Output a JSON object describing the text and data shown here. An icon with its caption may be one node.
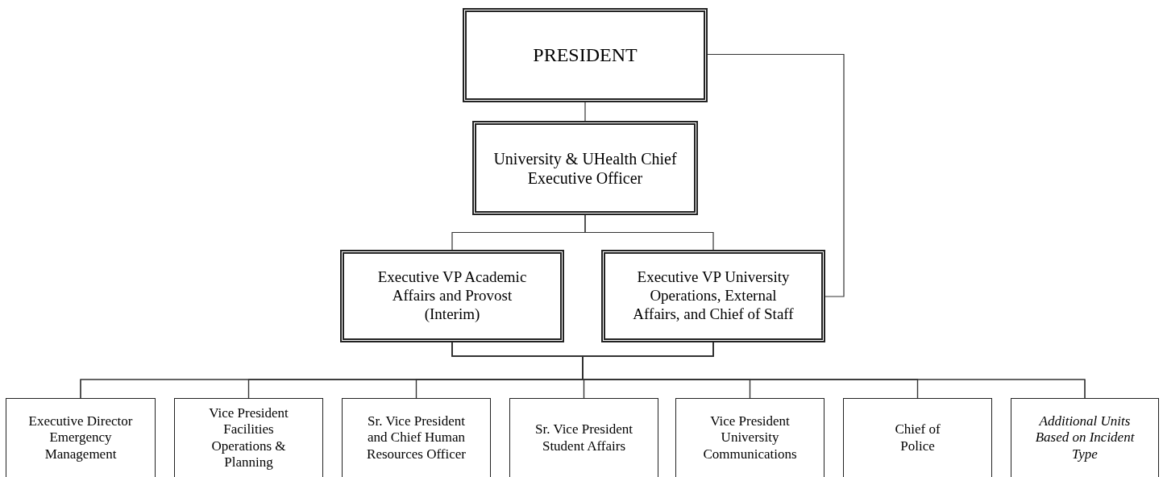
{
  "diagram": {
    "nodes": [
      {
        "text": [
          "PRESIDENT"
        ]
      },
      {
        "text": [
          "University & UHealth Chief Executive Officer"
        ]
      },
      {
        "text": [
          "Executive VP Academic Affairs and Provost (Interim)"
        ]
      },
      {
        "text": [
          "Executive VP University Operations, External Affairs, and Chief of Staff"
        ]
      },
      {
        "text": [
          "Executive Director Emergency Management"
        ]
      },
      {
        "text": [
          "Vice President Facilities Operations & Planning"
        ]
      },
      {
        "text": [
          "Sr. Vice President and Chief Human Resources Officer"
        ]
      },
      {
        "text": [
          "Sr. Vice President Student Affairs"
        ]
      },
      {
        "text": [
          "Vice President University Communications"
        ]
      },
      {
        "text": [
          "Chief of Police"
        ]
      },
      {
        "text": [
          "Additional Units Based on Incident Type"
        ]
      }
    ],
    "edges": [
      {
        "from": 0,
        "to": 1,
        "arrow": "none"
      },
      {
        "from": 1,
        "to": 2,
        "arrow": "none"
      },
      {
        "from": 1,
        "to": 3,
        "arrow": "none"
      },
      {
        "from": 0,
        "to": 3,
        "arrow": "none"
      },
      {
        "from": 2,
        "to": 4,
        "arrow": "none"
      },
      {
        "from": 2,
        "to": 5,
        "arrow": "none"
      },
      {
        "from": 2,
        "to": 6,
        "arrow": "none"
      },
      {
        "from": 2,
        "to": 7,
        "arrow": "none"
      },
      {
        "from": 2,
        "to": 8,
        "arrow": "none"
      },
      {
        "from": 2,
        "to": 9,
        "arrow": "none"
      },
      {
        "from": 2,
        "to": 10,
        "arrow": "none"
      },
      {
        "from": 3,
        "to": 4,
        "arrow": "none"
      },
      {
        "from": 3,
        "to": 5,
        "arrow": "none"
      },
      {
        "from": 3,
        "to": 6,
        "arrow": "none"
      },
      {
        "from": 3,
        "to": 7,
        "arrow": "none"
      },
      {
        "from": 3,
        "to": 8,
        "arrow": "none"
      },
      {
        "from": 3,
        "to": 9,
        "arrow": "none"
      },
      {
        "from": 3,
        "to": 10,
        "arrow": "none"
      }
    ]
  }
}
